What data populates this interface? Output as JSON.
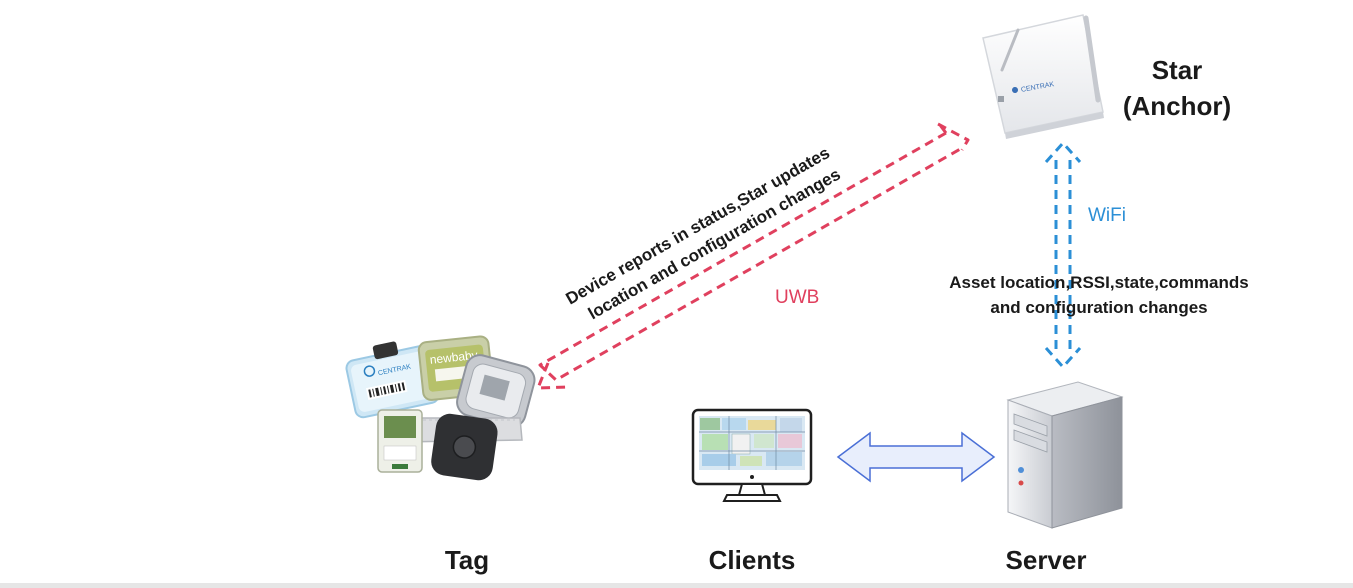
{
  "labels": {
    "star": "Star",
    "anchor": "(Anchor)",
    "wifi": "WiFi",
    "uwb": "UWB",
    "tag": "Tag",
    "clients": "Clients",
    "server": "Server",
    "device_report_line1": "Device reports in status,Star updates",
    "device_report_line2": "location and configuration  changes",
    "asset_line1": "Asset location,RSSI,state,commands",
    "asset_line2": "and configuration changes"
  },
  "brand": {
    "anchor_logo": "CENTRAK",
    "tag_logo": "CENTRAK",
    "newbaby": "newbaby"
  },
  "colors": {
    "uwb": "#e0405e",
    "wifi": "#2b8fd6",
    "client_arrow_fill": "#e8eefc",
    "client_arrow_stroke": "#4a6fd6"
  }
}
